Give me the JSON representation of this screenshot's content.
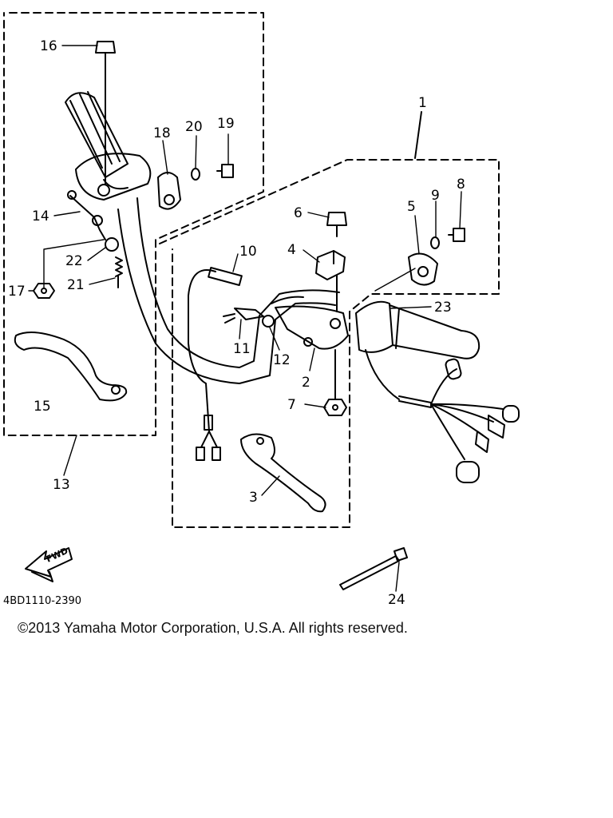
{
  "diagram": {
    "callouts": {
      "n1": "1",
      "n2": "2",
      "n3": "3",
      "n4": "4",
      "n5": "5",
      "n6": "6",
      "n7": "7",
      "n8": "8",
      "n9": "9",
      "n10": "10",
      "n11": "11",
      "n12": "12",
      "n13": "13",
      "n14": "14",
      "n15": "15",
      "n16": "16",
      "n17": "17",
      "n18": "18",
      "n19": "19",
      "n20": "20",
      "n21": "21",
      "n22": "22",
      "n23": "23",
      "n24": "24"
    },
    "fwd_label": "FWD",
    "drawing_number": "4BD1110-2390"
  },
  "footer": {
    "copyright": "©2013 Yamaha Motor Corporation, U.S.A. All rights reserved."
  }
}
